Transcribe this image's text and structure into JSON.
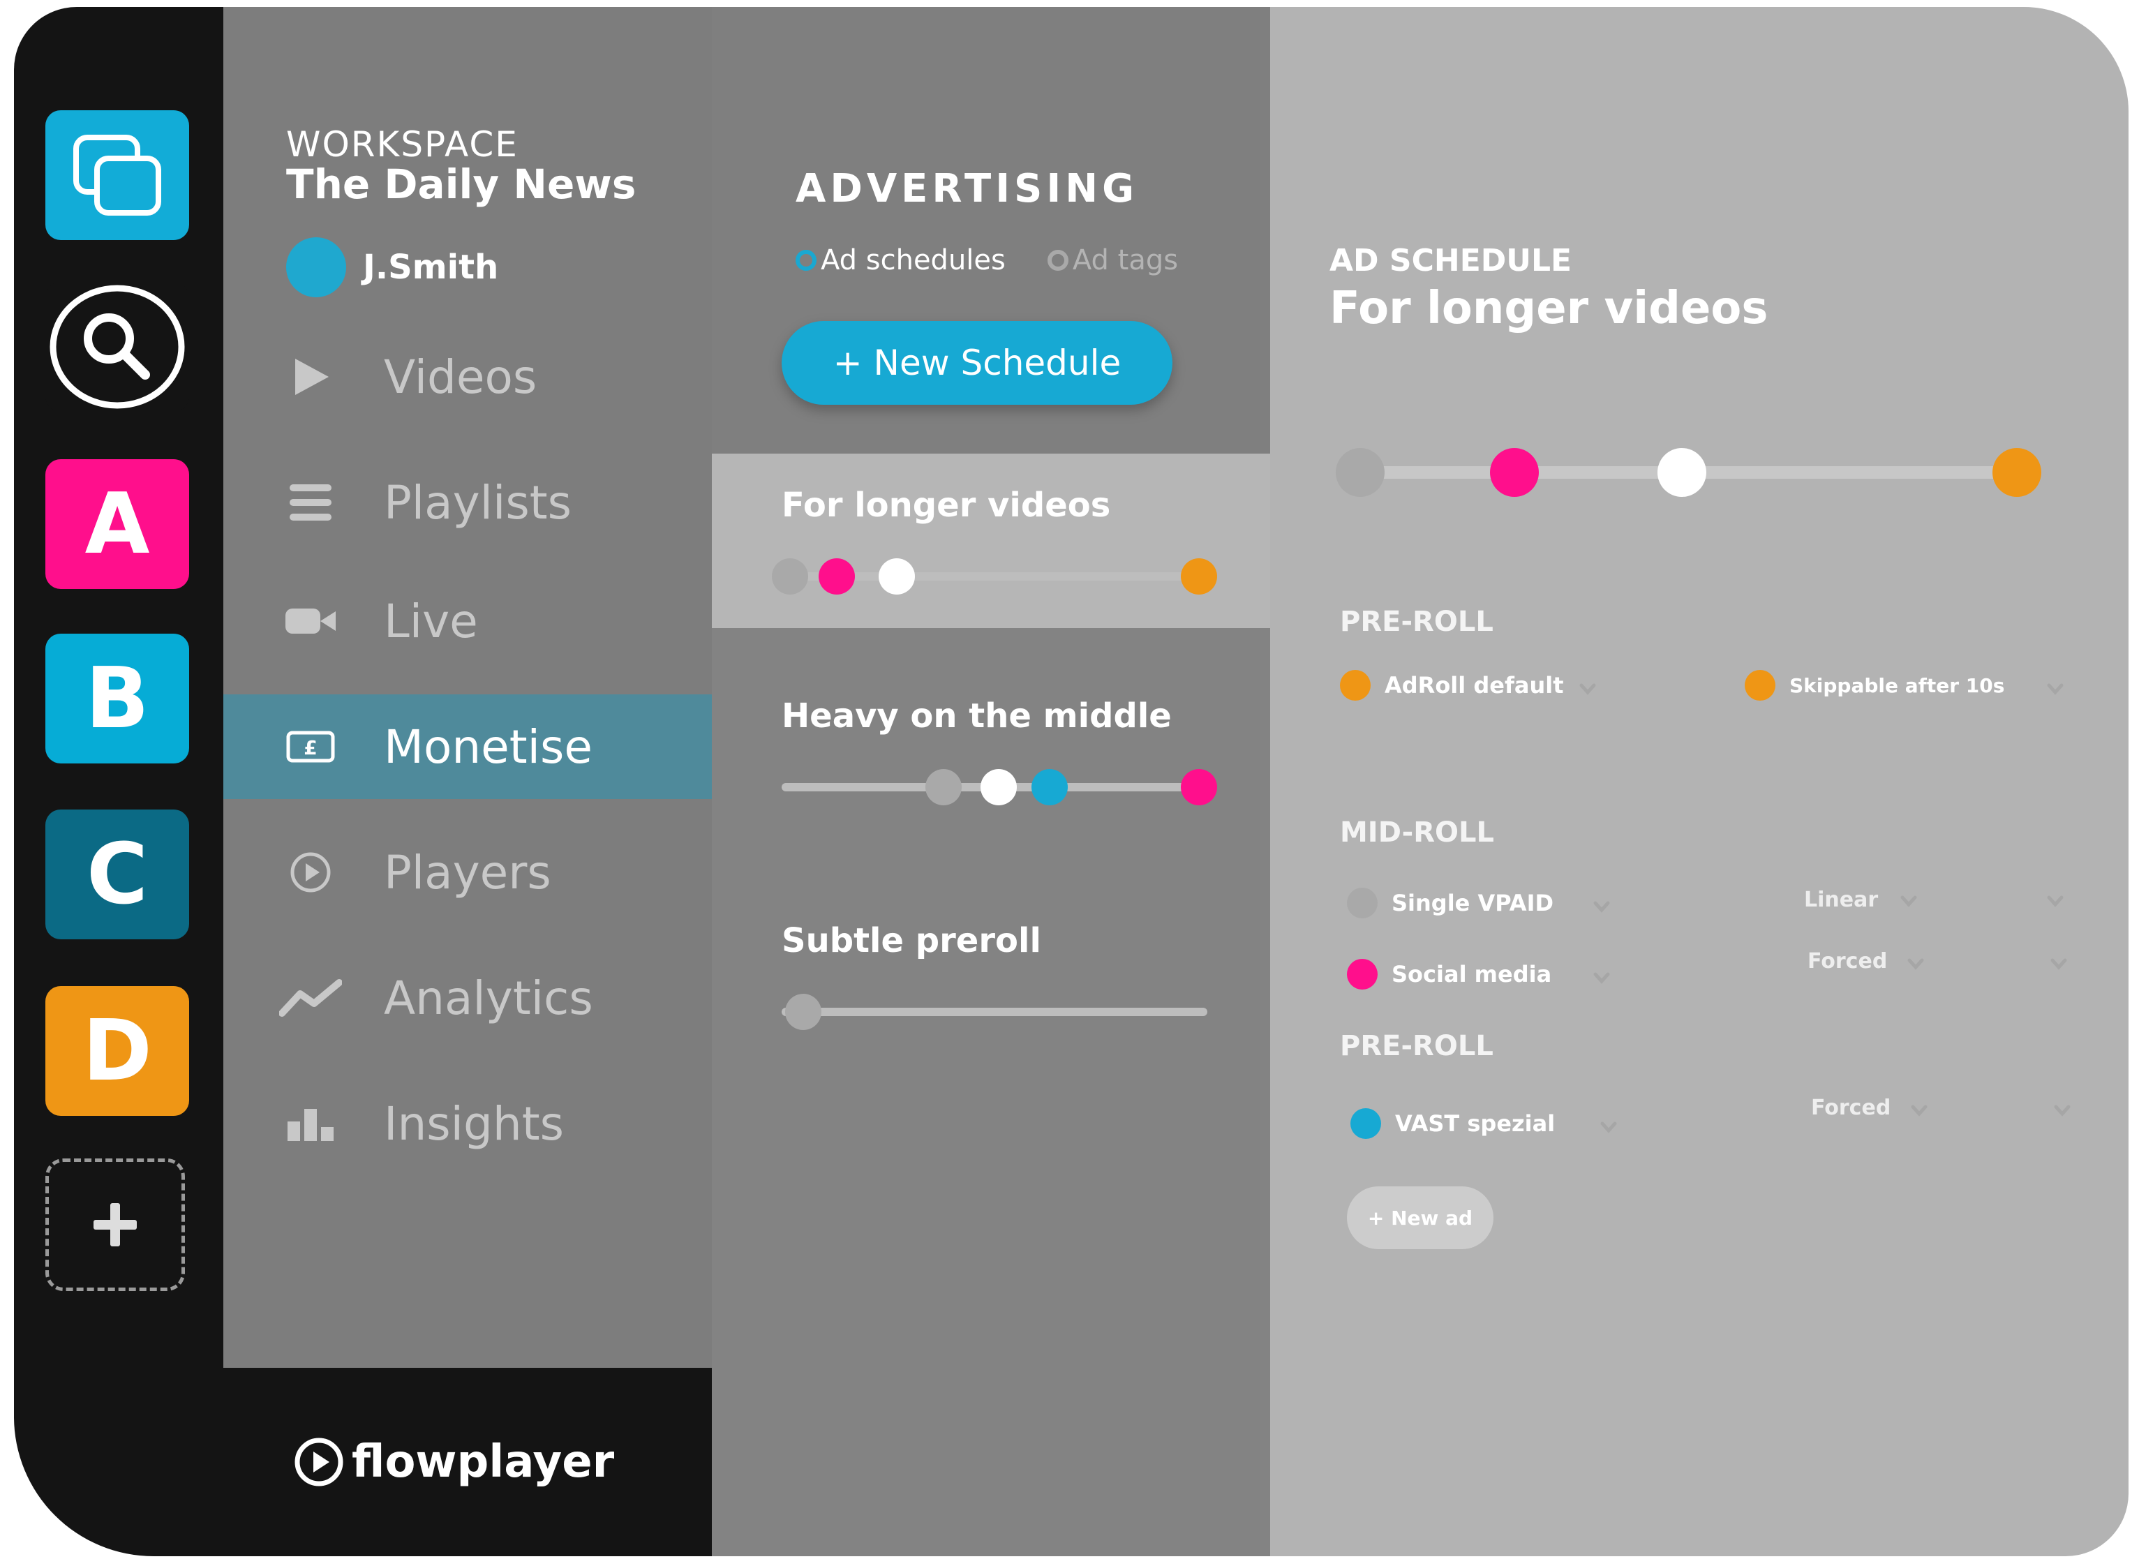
{
  "brand": {
    "name": "flowplayer",
    "accent": "#17a9d3"
  },
  "workspaces": [
    {
      "letter": "A",
      "color": "#ff0f8c"
    },
    {
      "letter": "B",
      "color": "#06acd6"
    },
    {
      "letter": "C",
      "color": "#0b6a85"
    },
    {
      "letter": "D",
      "color": "#ef9615"
    }
  ],
  "workspace": {
    "label": "WORKSPACE",
    "name": "The Daily News"
  },
  "user": {
    "name": "J.Smith"
  },
  "nav": [
    {
      "label": "Videos",
      "icon": "play-icon"
    },
    {
      "label": "Playlists",
      "icon": "list-icon"
    },
    {
      "label": "Live",
      "icon": "camera-icon"
    },
    {
      "label": "Monetise",
      "icon": "pound-icon",
      "active": true
    },
    {
      "label": "Players",
      "icon": "play-circle-icon"
    },
    {
      "label": "Analytics",
      "icon": "trend-icon"
    },
    {
      "label": "Insights",
      "icon": "bar-chart-icon"
    }
  ],
  "advertising": {
    "title": "ADVERTISING",
    "tabs": [
      {
        "label": "Ad schedules",
        "active": true
      },
      {
        "label": "Ad tags",
        "active": false
      }
    ],
    "new_button": "+ New Schedule"
  },
  "colors": {
    "grey": "#a9a9a9",
    "pink": "#ff0f8c",
    "white": "#ffffff",
    "orange": "#ef9615",
    "blue": "#17a9d3"
  },
  "schedules": [
    {
      "name": "For longer videos",
      "markers": [
        {
          "pos": 0.02,
          "color": "grey"
        },
        {
          "pos": 0.13,
          "color": "pink"
        },
        {
          "pos": 0.27,
          "color": "white"
        },
        {
          "pos": 0.98,
          "color": "orange"
        }
      ]
    },
    {
      "name": "Heavy on the middle",
      "markers": [
        {
          "pos": 0.38,
          "color": "grey"
        },
        {
          "pos": 0.51,
          "color": "white"
        },
        {
          "pos": 0.63,
          "color": "blue"
        },
        {
          "pos": 0.98,
          "color": "pink"
        }
      ]
    },
    {
      "name": "Subtle preroll",
      "markers": [
        {
          "pos": 0.05,
          "color": "grey"
        }
      ]
    }
  ],
  "detail": {
    "kicker": "AD SCHEDULE",
    "title": "For longer videos",
    "markers": [
      {
        "pos": 0.02,
        "color": "grey"
      },
      {
        "pos": 0.25,
        "color": "pink"
      },
      {
        "pos": 0.5,
        "color": "white"
      },
      {
        "pos": 1.0,
        "color": "orange"
      }
    ],
    "groups": [
      {
        "heading": "PRE-ROLL",
        "ads": [
          {
            "name": "AdRoll default",
            "color": "orange"
          },
          {
            "name": "Skippable after 10s",
            "color": "orange"
          }
        ]
      },
      {
        "heading": "MID-ROLL",
        "ads": [
          {
            "name": "Single VPAID",
            "color": "grey",
            "type": "Linear"
          },
          {
            "name": "Social media",
            "color": "pink",
            "type": "Forced"
          }
        ]
      },
      {
        "heading": "PRE-ROLL",
        "ads": [
          {
            "name": "VAST spezial",
            "color": "blue",
            "type": "Forced"
          }
        ]
      }
    ],
    "new_ad": "+ New ad"
  }
}
